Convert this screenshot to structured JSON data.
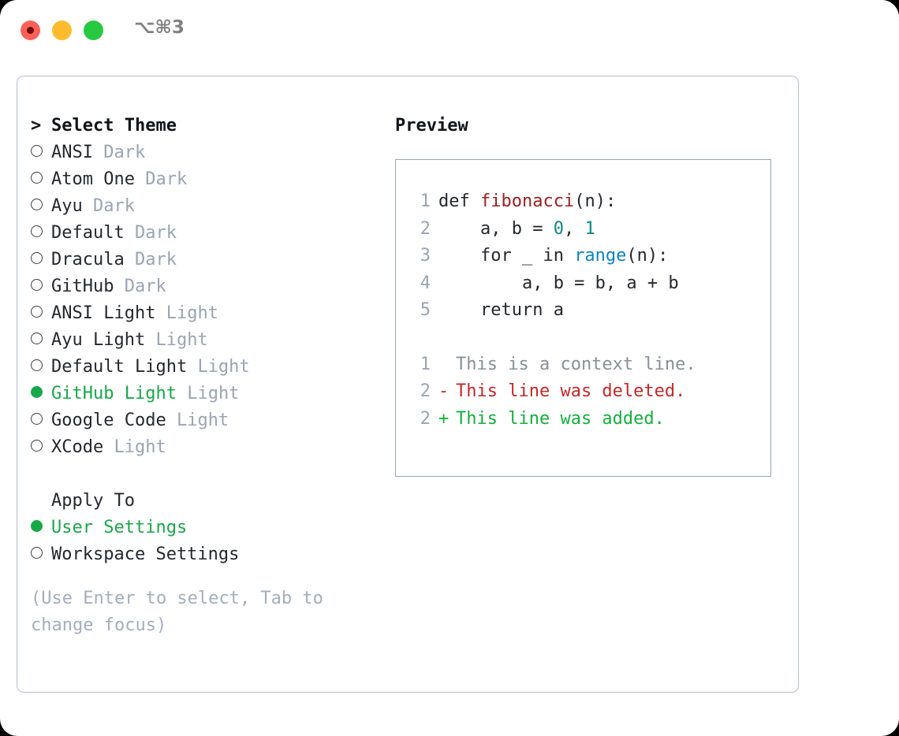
{
  "window": {
    "shortcut": "⌥⌘3",
    "traffic_lights": [
      "close-button",
      "minimize-button",
      "maximize-button"
    ],
    "accent_green": "#17A84A",
    "muted_gray": "#9AA4B2",
    "border_color": "#B6BFCB"
  },
  "theme_list": {
    "heading": "Select Theme",
    "caret": ">",
    "radio_unselected": "○",
    "radio_selected": "●",
    "items": [
      {
        "name": "ANSI",
        "variant": "Dark",
        "selected": false
      },
      {
        "name": "Atom One",
        "variant": "Dark",
        "selected": false
      },
      {
        "name": "Ayu",
        "variant": "Dark",
        "selected": false
      },
      {
        "name": "Default",
        "variant": "Dark",
        "selected": false
      },
      {
        "name": "Dracula",
        "variant": "Dark",
        "selected": false
      },
      {
        "name": "GitHub",
        "variant": "Dark",
        "selected": false
      },
      {
        "name": "ANSI Light",
        "variant": "Light",
        "selected": false
      },
      {
        "name": "Ayu Light",
        "variant": "Light",
        "selected": false
      },
      {
        "name": "Default Light",
        "variant": "Light",
        "selected": false
      },
      {
        "name": "GitHub Light",
        "variant": "Light",
        "selected": true
      },
      {
        "name": "Google Code",
        "variant": "Light",
        "selected": false
      },
      {
        "name": "XCode",
        "variant": "Light",
        "selected": false
      }
    ]
  },
  "apply_to": {
    "heading": "Apply To",
    "options": [
      {
        "label": "User Settings",
        "selected": true
      },
      {
        "label": "Workspace Settings",
        "selected": false
      }
    ]
  },
  "hint": "(Use Enter to select, Tab to change focus)",
  "preview": {
    "title": "Preview",
    "code": [
      {
        "lineno": "1",
        "parts": [
          {
            "text": "def ",
            "token": "plain"
          },
          {
            "text": "fibonacci",
            "token": "function"
          },
          {
            "text": "(n):",
            "token": "plain"
          }
        ]
      },
      {
        "lineno": "2",
        "parts": [
          {
            "text": "    a, b = ",
            "token": "plain"
          },
          {
            "text": "0",
            "token": "number"
          },
          {
            "text": ", ",
            "token": "plain"
          },
          {
            "text": "1",
            "token": "number"
          }
        ]
      },
      {
        "lineno": "3",
        "parts": [
          {
            "text": "    for _ in ",
            "token": "plain"
          },
          {
            "text": "range",
            "token": "builtin"
          },
          {
            "text": "(n):",
            "token": "plain"
          }
        ]
      },
      {
        "lineno": "4",
        "parts": [
          {
            "text": "        a, b = b, a + b",
            "token": "plain"
          }
        ]
      },
      {
        "lineno": "5",
        "parts": [
          {
            "text": "    return a",
            "token": "plain"
          }
        ]
      }
    ],
    "diff": [
      {
        "lineno": "1",
        "mark": " ",
        "text": "This is a context line.",
        "kind": "context"
      },
      {
        "lineno": "2",
        "mark": "-",
        "text": "This line was deleted.",
        "kind": "deleted"
      },
      {
        "lineno": "2",
        "mark": "+",
        "text": "This line was added.",
        "kind": "added"
      }
    ]
  }
}
